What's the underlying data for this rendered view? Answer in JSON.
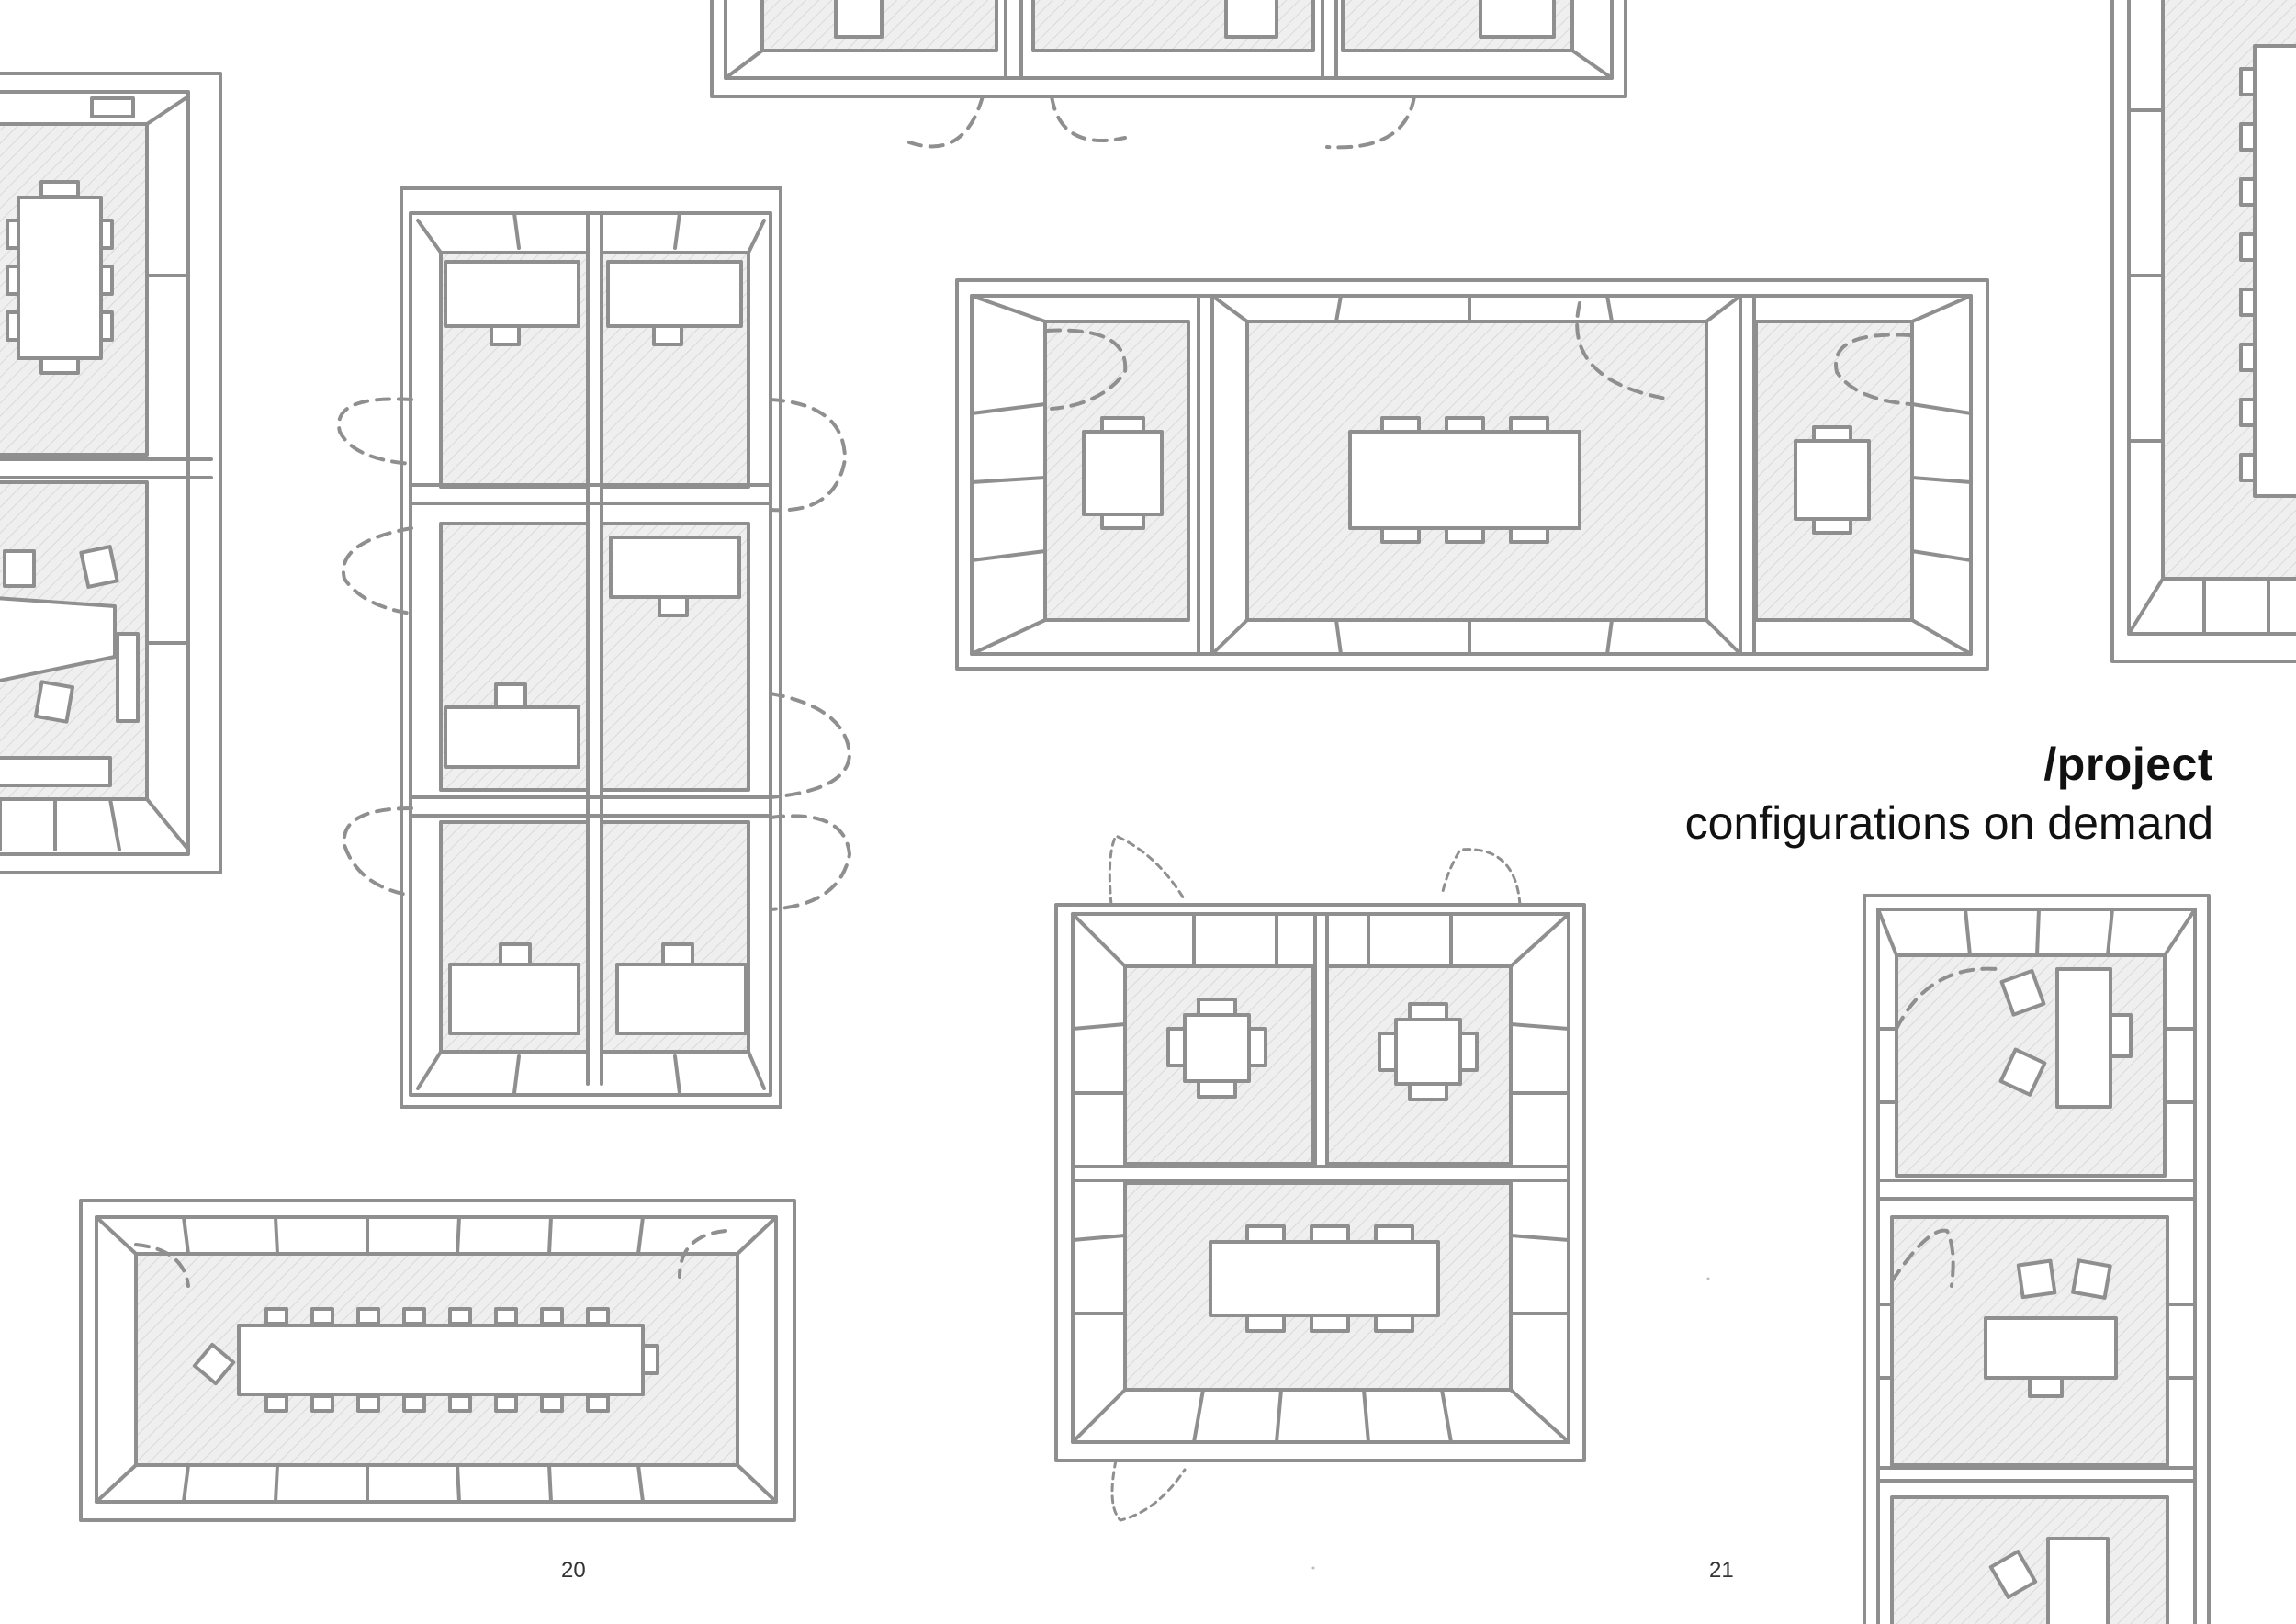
{
  "spread": {
    "heading": "/project",
    "subheading": "configurations on demand",
    "left_page_number": "20",
    "right_page_number": "21"
  },
  "colors": {
    "line": "#8f8f8f",
    "hatch_fill": "#ededed",
    "text": "#111111",
    "background": "#ffffff"
  },
  "illustration": {
    "style": "hand-drawn floor plan sketches",
    "icons": [
      "floor-plan",
      "table",
      "chair",
      "door-swing"
    ]
  }
}
